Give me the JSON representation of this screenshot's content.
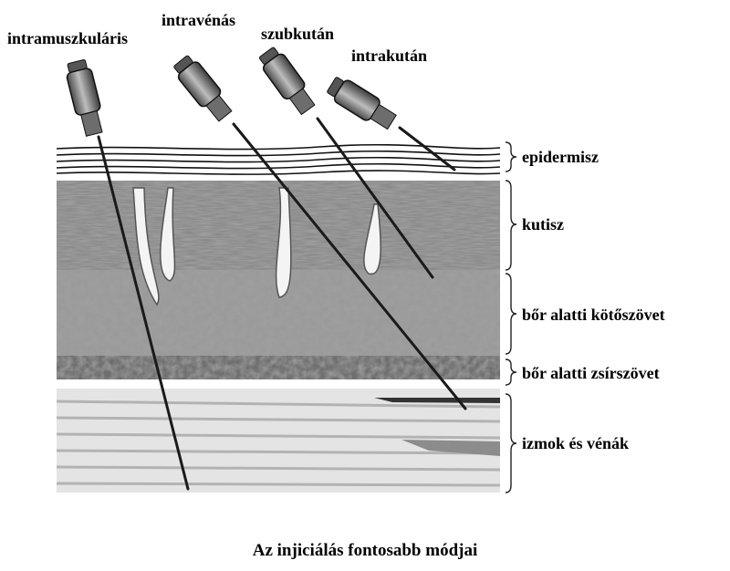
{
  "needles": [
    {
      "label": "intramuszkuláris"
    },
    {
      "label": "intravénás"
    },
    {
      "label": "szubkután"
    },
    {
      "label": "intrakután"
    }
  ],
  "layers": [
    {
      "label": "epidermisz"
    },
    {
      "label": "kutisz"
    },
    {
      "label": "bőr alatti kötőszövet"
    },
    {
      "label": "bőr alatti zsírszövet"
    },
    {
      "label": "izmok és vénák"
    }
  ],
  "caption": "Az injiciálás fontosabb módjai",
  "colors": {
    "ink": "#000000",
    "layer_gray": "#7d7d7d",
    "muscle_gray": "#d6d6d6"
  }
}
